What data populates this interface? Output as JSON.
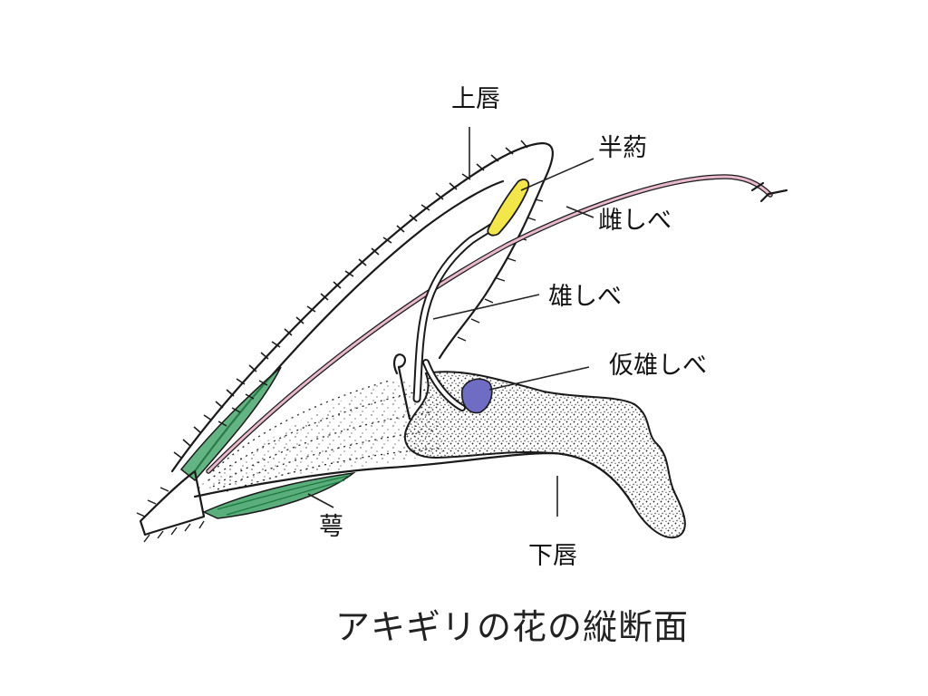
{
  "labels": {
    "upper_lip": "上唇",
    "half_anther": "半葯",
    "pistil": "雌しべ",
    "stamen": "雄しべ",
    "staminode": "仮雄しべ",
    "calyx": "萼",
    "lower_lip": "下唇"
  },
  "caption": "アキギリの花の縦断面",
  "colors": {
    "anther": "#f2e64a",
    "pistil": "#e8b8cc",
    "calyx": "#2f9a5a",
    "staminode": "#6f6cc4",
    "ink": "#1a1a1a"
  }
}
